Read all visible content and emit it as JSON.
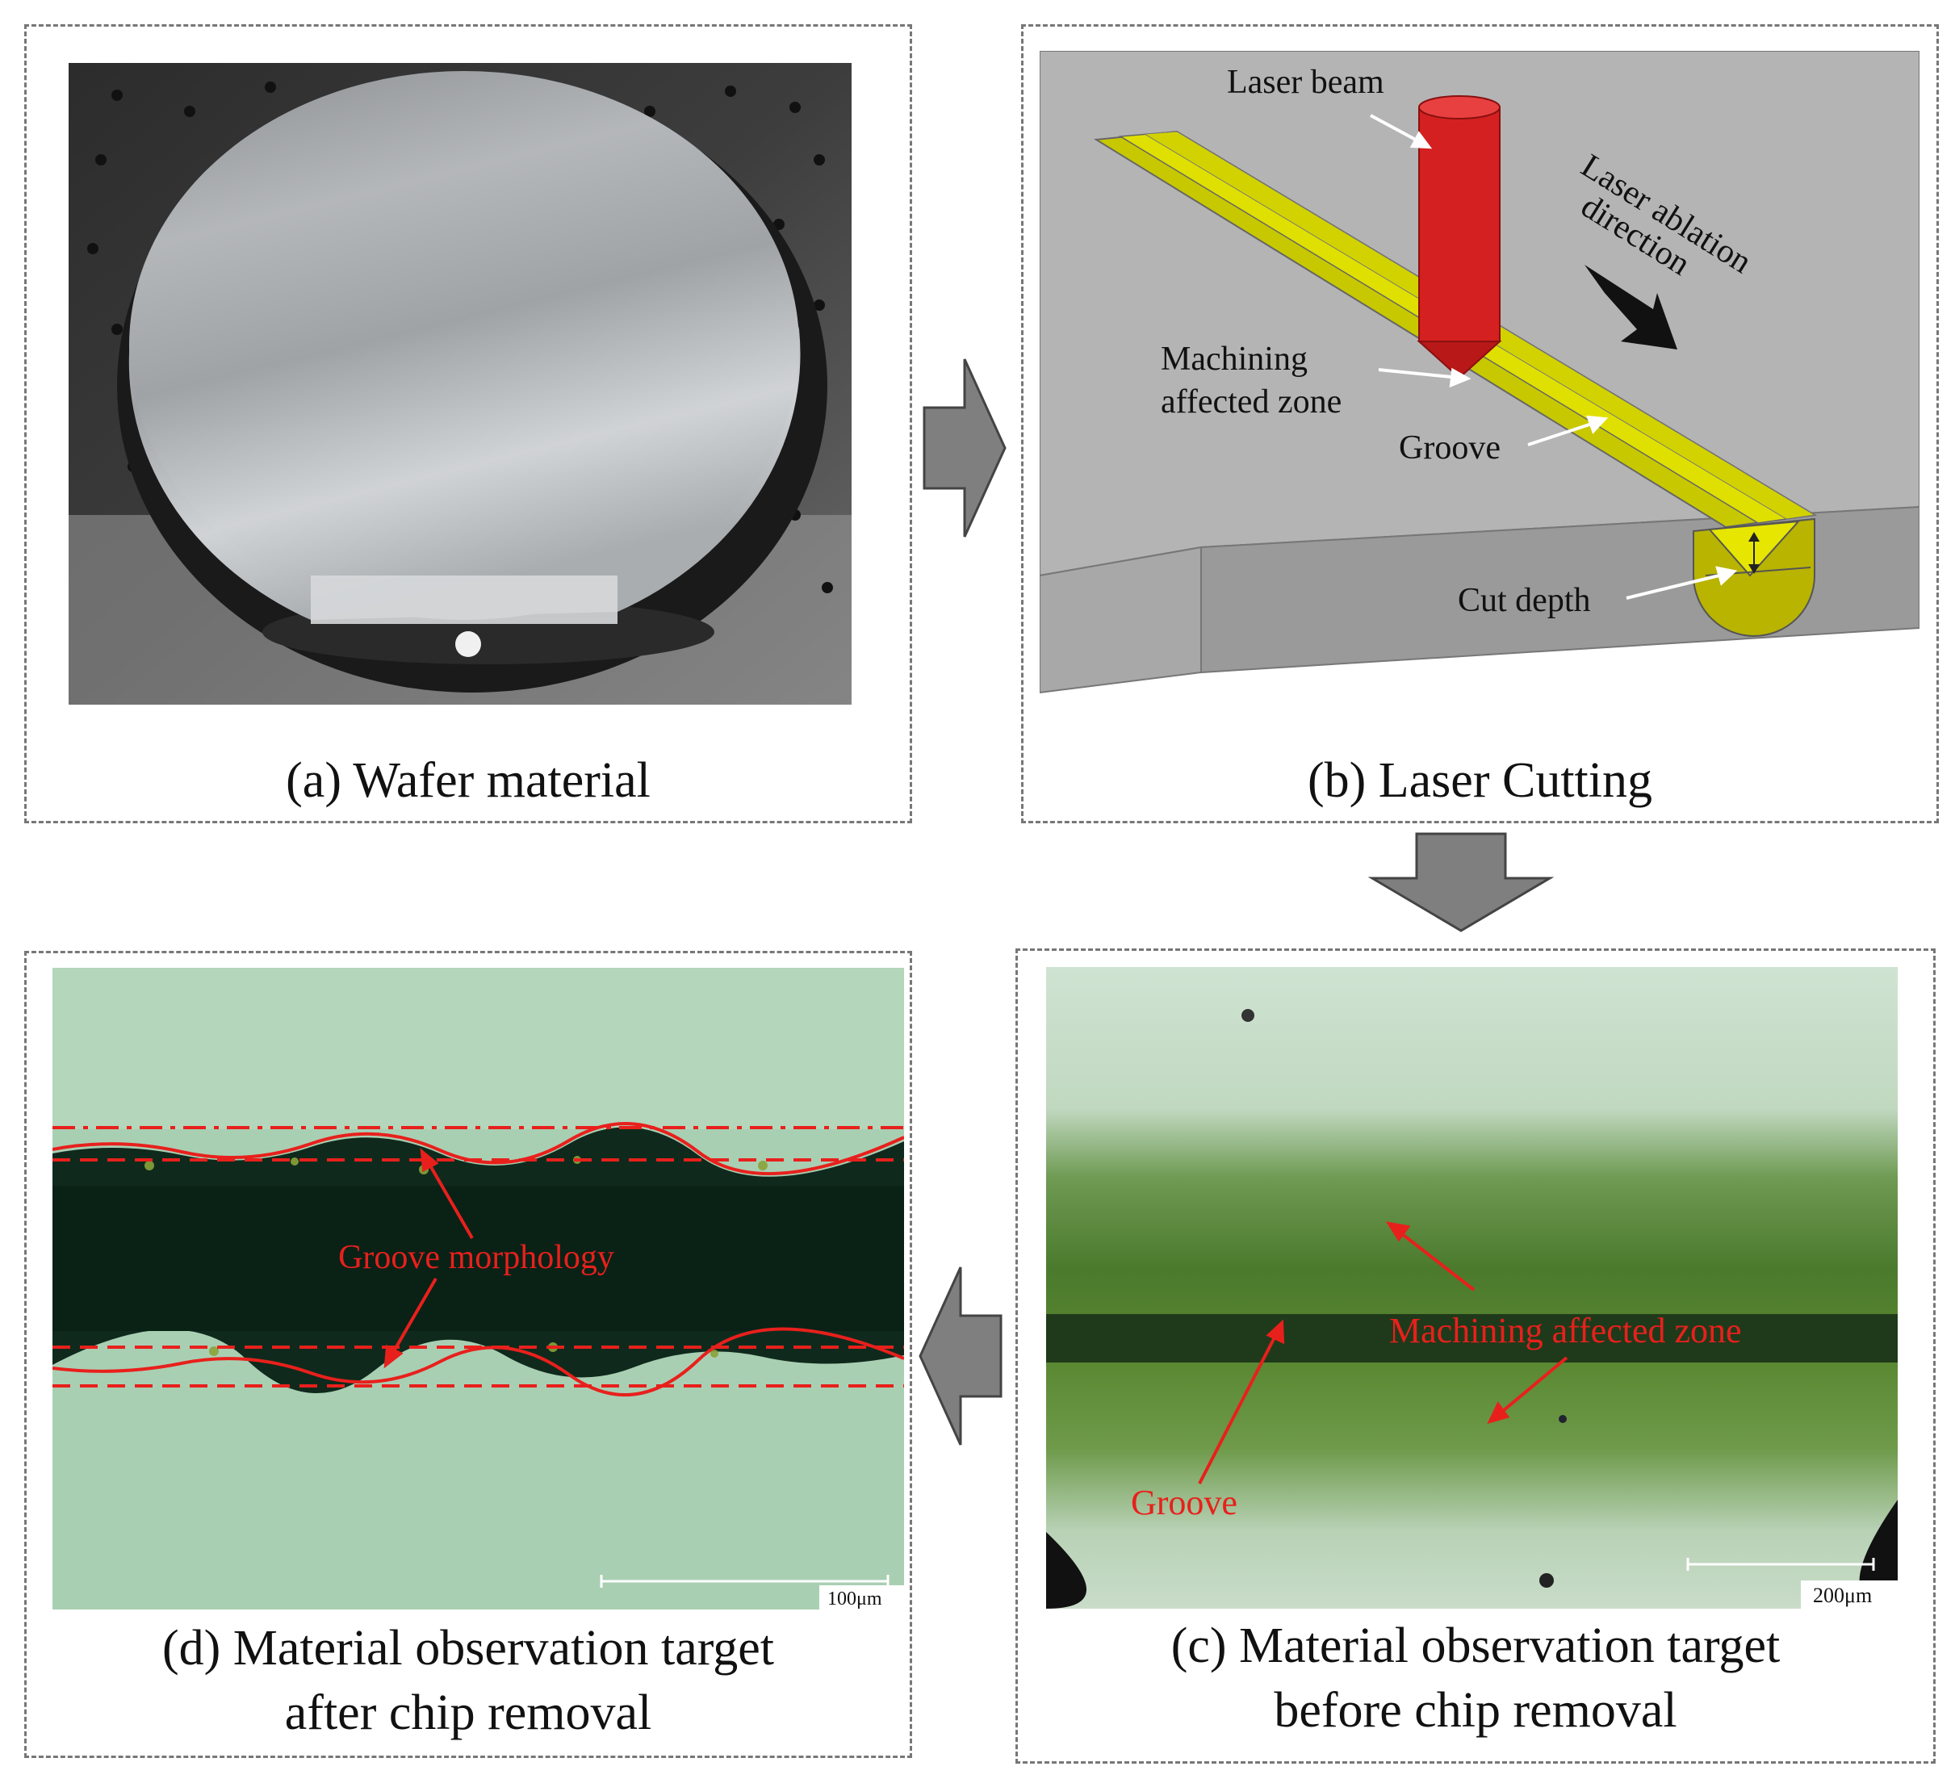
{
  "panels": {
    "a": {
      "caption": "(a) Wafer material"
    },
    "b": {
      "caption": "(b) Laser Cutting",
      "labels": {
        "laser_beam": "Laser beam",
        "ablation_line1": "Laser ablation",
        "ablation_line2": "direction",
        "maz_line1": "Machining",
        "maz_line2": "affected zone",
        "groove": "Groove",
        "cut_depth": "Cut depth"
      }
    },
    "c": {
      "caption_line1": "(c) Material observation target",
      "caption_line2": "before chip removal",
      "labels": {
        "maz": "Machining affected zone",
        "groove": "Groove",
        "scale": "200μm"
      }
    },
    "d": {
      "caption_line1": "(d) Material observation target",
      "caption_line2": "after chip removal",
      "labels": {
        "groove_morphology": "Groove morphology",
        "scale": "100μm"
      }
    }
  },
  "colors": {
    "panel_border": "#777777",
    "arrow_fill": "#7f7f7f",
    "annotation_red": "#e8201c",
    "groove_yellow": "#d9d900",
    "laser_red": "#d42020",
    "workpiece_gray": "#b4b4b4"
  }
}
